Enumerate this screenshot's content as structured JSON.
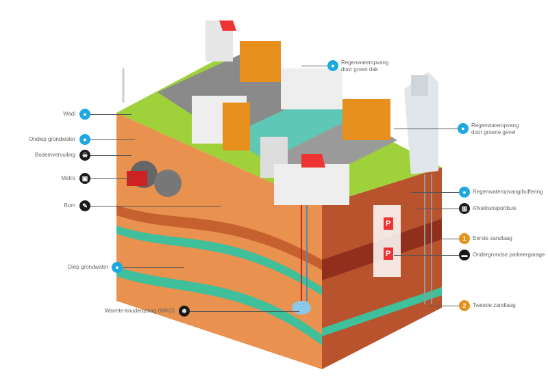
{
  "colors": {
    "water": "#1ea7e1",
    "dark": "#1a1a1a",
    "sand": "#e8901e",
    "soil": "#e9914f",
    "soilDark": "#b8532e",
    "grass": "#9fd13a",
    "road": "#8a8a8a",
    "aquifer": "#3fbf9a"
  },
  "labels_left": [
    {
      "text": "Wadi",
      "icon": "water-drop-icon"
    },
    {
      "text": "Ondiep grondwater",
      "icon": "water-drop-icon"
    },
    {
      "text": "Bodemvervuiling",
      "icon": "skull-crossbones-icon"
    },
    {
      "text": "Metro",
      "icon": "train-icon"
    },
    {
      "text": "Bom",
      "icon": "bomb-icon"
    },
    {
      "text": "Diep grondwater",
      "icon": "water-drop-icon"
    },
    {
      "text": "Warmte-koudeopslag (WKO)",
      "icon": "snowflake-icon"
    }
  ],
  "labels_right": [
    {
      "text": "Regenwateropvang door groen dak",
      "line1": "Regenwateropvang",
      "line2": "door groen dak",
      "icon": "water-drop-icon"
    },
    {
      "line1": "Regenwateropvang",
      "line2": "door groene gevel",
      "icon": "water-drop-icon"
    },
    {
      "text": "Regenwateropvang/buffering",
      "icon": "water-drop-icon"
    },
    {
      "text": "Afvaltransportbuis",
      "icon": "trash-bin-icon"
    },
    {
      "text": "Eerste zandlaag",
      "icon": "number-badge",
      "num": "1"
    },
    {
      "text": "Ondergrondse parkeergarage",
      "icon": "car-icon"
    },
    {
      "text": "Tweede zandlaag",
      "icon": "number-badge",
      "num": "2"
    }
  ],
  "parking_sign": "P"
}
